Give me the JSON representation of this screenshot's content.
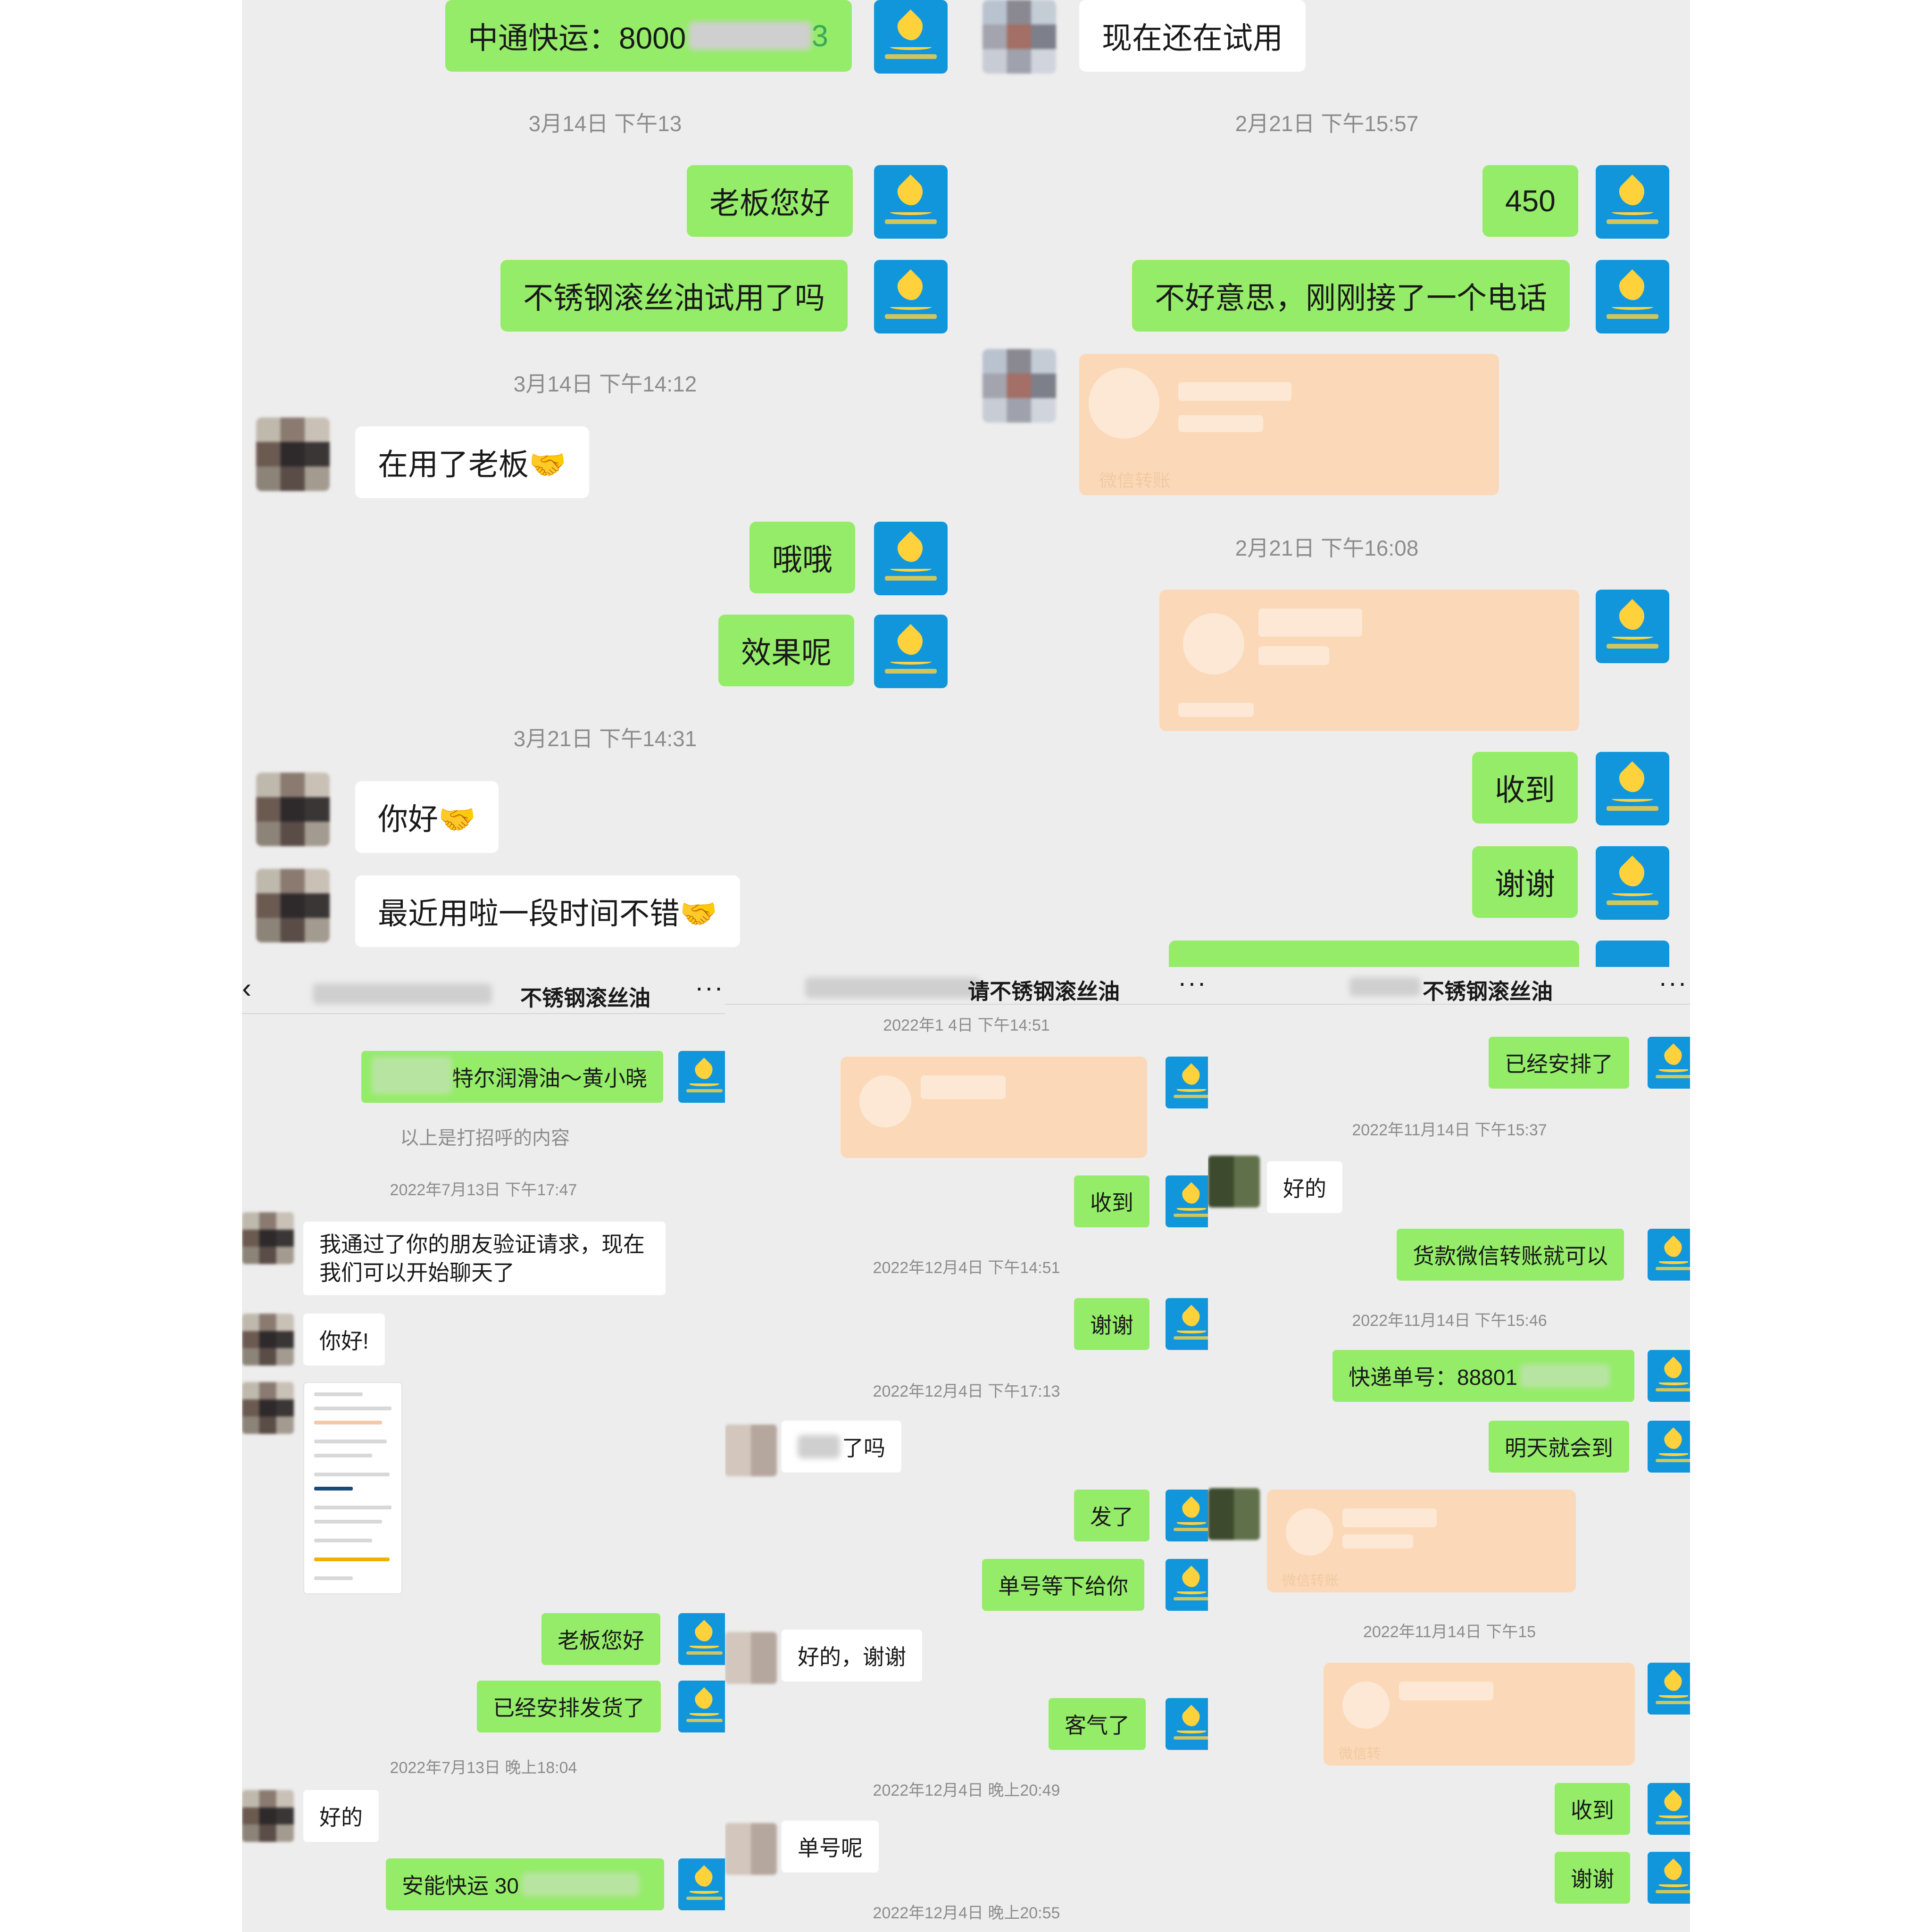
{
  "panel_tl": {
    "messages": [
      {
        "text": "中通快运：8000",
        "masked_suffix": "3"
      },
      {
        "time": "3月14日 下午13"
      },
      {
        "text": "老板您好"
      },
      {
        "text": "不锈钢滚丝油试用了吗"
      },
      {
        "time": "3月14日 下午14:12"
      },
      {
        "text": "在用了老板🤝"
      },
      {
        "text": "哦哦"
      },
      {
        "text": "效果呢"
      },
      {
        "time": "3月21日 下午14:31"
      },
      {
        "text": "你好🤝"
      },
      {
        "text": "最近用啦一段时间不错🤝"
      }
    ]
  },
  "panel_tr": {
    "messages": [
      {
        "text": "现在还在试用"
      },
      {
        "time": "2月21日 下午15:57"
      },
      {
        "text": "450"
      },
      {
        "text": "不好意思，刚刚接了一个电话"
      },
      {
        "transfer_label": "微信转账"
      },
      {
        "time": "2月21日 下午16:08"
      },
      {
        "text": "收到"
      },
      {
        "text": "谢谢"
      }
    ]
  },
  "panel_bl": {
    "header_title": "不锈钢滚丝油",
    "back_icon": "chevron-left-icon",
    "more_icon": "more-icon",
    "messages": [
      {
        "text": "特尔润滑油～黄小晓"
      },
      {
        "system": "以上是打招呼的内容"
      },
      {
        "time": "2022年7月13日 下午17:47"
      },
      {
        "text": "我通过了你的朋友验证请求，现在我们可以开始聊天了"
      },
      {
        "text": "你好!"
      },
      {
        "text": "老板您好"
      },
      {
        "text": "已经安排发货了"
      },
      {
        "time": "2022年7月13日 晚上18:04"
      },
      {
        "text": "好的"
      },
      {
        "text": "安能快运 30"
      }
    ]
  },
  "panel_bm": {
    "header_title": "请不锈钢滚丝油",
    "more_icon": "more-icon",
    "messages": [
      {
        "time": "2022年1 4日 下午14:51"
      },
      {
        "text": "收到"
      },
      {
        "time": "2022年12月4日 下午14:51"
      },
      {
        "text": "谢谢"
      },
      {
        "time": "2022年12月4日 下午17:13"
      },
      {
        "text": "了吗"
      },
      {
        "text": "发了"
      },
      {
        "text": "单号等下给你"
      },
      {
        "text": "好的，谢谢"
      },
      {
        "text": "客气了"
      },
      {
        "time": "2022年12月4日 晚上20:49"
      },
      {
        "text": "单号呢"
      },
      {
        "time": "2022年12月4日 晚上20:55"
      }
    ]
  },
  "panel_br": {
    "header_title": "不锈钢滚丝油",
    "more_icon": "more-icon",
    "messages": [
      {
        "text": "已经安排了"
      },
      {
        "time": "2022年11月14日 下午15:37"
      },
      {
        "text": "好的"
      },
      {
        "text": "货款微信转账就可以"
      },
      {
        "time": "2022年11月14日 下午15:46"
      },
      {
        "text": "快递单号：88801"
      },
      {
        "text": "明天就会到"
      },
      {
        "transfer_label": "微信转账"
      },
      {
        "time": "2022年11月14日 下午15"
      },
      {
        "transfer_label": "微信转"
      },
      {
        "text": "收到"
      },
      {
        "text": "谢谢"
      }
    ]
  },
  "colors": {
    "green_bubble": "#95ec69",
    "white_bubble": "#ffffff",
    "background": "#ededed",
    "transfer_orange": "#fbd9b8",
    "logo_blue": "#1296db",
    "logo_yellow": "#ffd23c",
    "timestamp_gray": "#8c8c8c"
  }
}
